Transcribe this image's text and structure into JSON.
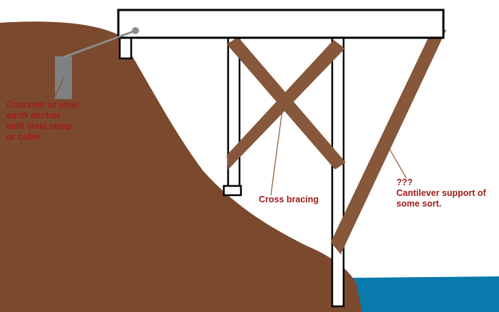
{
  "labels": {
    "anchor": {
      "lines": [
        "Concrete or steel",
        "earth anchor",
        "with steel strap",
        "or cable"
      ]
    },
    "cross_bracing": "Cross bracing",
    "cantilever": {
      "line1": "???",
      "line2": "Cantilever support of",
      "line3": "some sort."
    }
  },
  "colors": {
    "earth": "#7b4a2e",
    "brace_wood": "#86573a",
    "water": "#0a79ac",
    "label_text": "#a01c1c",
    "outline": "#000000",
    "anchor_block": "#808080",
    "cable": "#8c8c8c"
  }
}
